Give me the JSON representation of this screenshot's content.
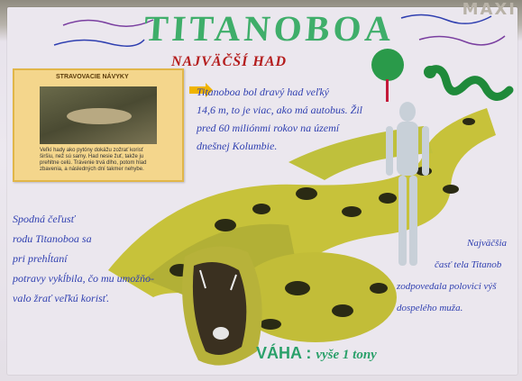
{
  "header": {
    "top_right_text": "MAXI",
    "title": "TITANOBOA",
    "subtitle": "NAJVÄČŠÍ HAD"
  },
  "info_card": {
    "heading": "STRAVOVACIE NÁVYKY",
    "text": "Veľkí hady ako pytóny dokážu zožrať korisť širšiu, než sú samy. Had nesie žuť, takže ju prehltne celú. Trávenie trvá dlho, potom hlad zbavenia, a následných dní takmer nehybe."
  },
  "notes": {
    "top_right": [
      "Titanoboa bol dravý had veľký",
      "14,6 m, to je viac, ako má autobus. Žil",
      "pred 60 miliónmi rokov na území",
      "dnešnej Kolumbie."
    ],
    "left": [
      "Spodná čeľusť",
      "rodu Titanoboa sa",
      "pri prehĺtaní",
      "potravy vykĺbila, čo mu umožňo-",
      "valo žrať veľkú korisť."
    ],
    "right": [
      "Najväčšia",
      "časť tela Titanob",
      "zodpovedala polovici výš",
      "dospelého muža."
    ]
  },
  "footer": {
    "weight_label": "VÁHA :",
    "weight_value": "vyše 1 tony"
  },
  "colors": {
    "title": "#3fae6a",
    "subtitle": "#b41c1c",
    "handwriting": "#2f3fb0",
    "card_bg": "#f4d68c",
    "snake_yellow": "#c7c23a",
    "snake_dark": "#2a2a14"
  }
}
